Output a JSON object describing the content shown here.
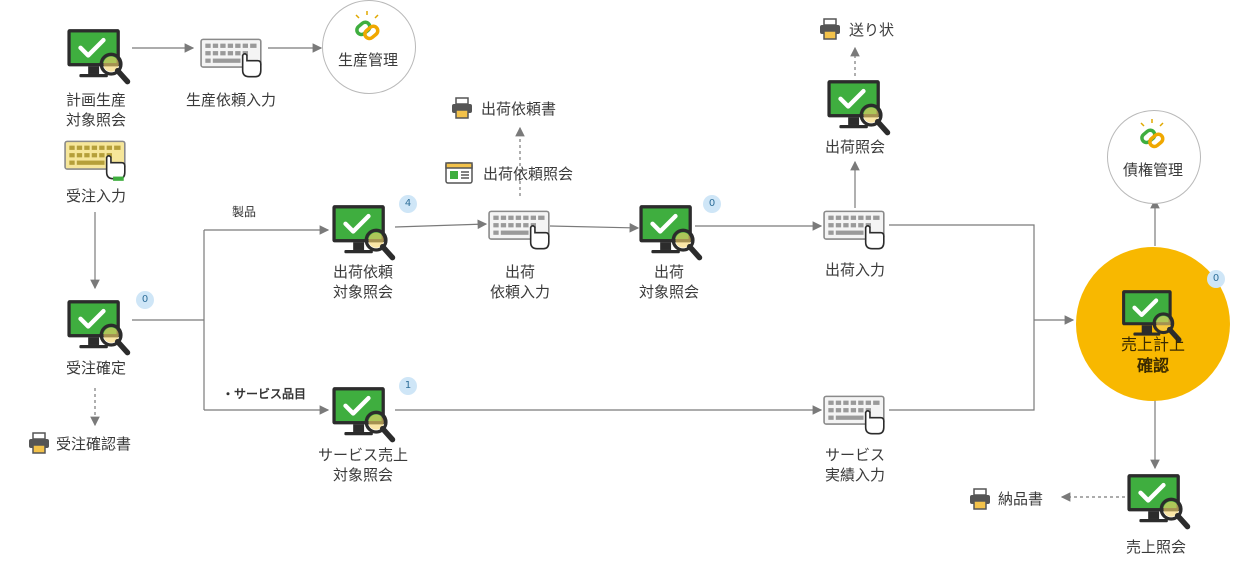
{
  "nodes": {
    "plan_prod": "計画生産\n対象照会",
    "prod_request": "生産依頼入力",
    "prod_mgmt": "生産管理",
    "order_entry": "受注入力",
    "order_confirm": "受注確定",
    "order_confirm_doc": "受注確認書",
    "ship_req_target": "出荷依頼\n対象照会",
    "ship_req_entry": "出荷\n依頼入力",
    "ship_req_doc": "出荷依頼書",
    "ship_req_inquiry": "出荷依頼照会",
    "ship_target": "出荷\n対象照会",
    "ship_entry": "出荷入力",
    "ship_inquiry": "出荷照会",
    "invoice_slip": "送り状",
    "service_sales_target": "サービス売上\n対象照会",
    "service_actual_entry": "サービス\n実績入力",
    "receivable_mgmt": "債権管理",
    "sales_confirm": "売上計上\n確認",
    "sales_inquiry": "売上照会",
    "delivery_note": "納品書"
  },
  "branch_labels": {
    "product": "製品",
    "service_item": "・サービス品目"
  },
  "badges": {
    "order_confirm": "0",
    "ship_req_target": "4",
    "ship_target": "0",
    "service_sales_target": "1",
    "sales_confirm": "0"
  },
  "colors": {
    "accent": "#f8b800",
    "monitor_screen": "#3fae3f",
    "badge_bg": "#cfe6f7",
    "arrow": "#7a7a7a"
  }
}
